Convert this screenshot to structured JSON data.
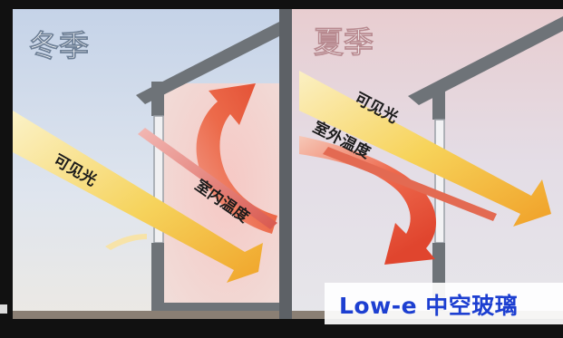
{
  "panels": {
    "winter": {
      "season_label": "冬季",
      "visible_light_label": "可见光",
      "indoor_temp_label": "室内温度"
    },
    "summer": {
      "season_label": "夏季",
      "visible_light_label": "可见光",
      "outdoor_temp_label": "室外温度"
    }
  },
  "caption": "Low-e 中空玻璃",
  "colors": {
    "sky_top": "#c9d8ec",
    "wall": "#6e7378",
    "light_arrow": "#f2b52a",
    "heat_arrow": "#e8503a",
    "caption_text": "#1d3fd1"
  }
}
